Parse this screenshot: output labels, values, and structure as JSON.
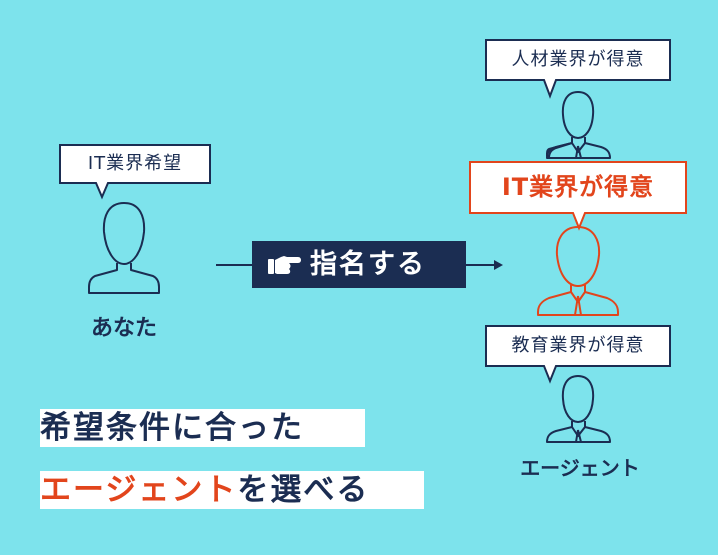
{
  "user": {
    "request": "IT業界希望",
    "label": "あなた"
  },
  "action": {
    "label": "指名する",
    "icon": "pointing-hand-icon"
  },
  "agents": [
    {
      "speciality": "人材業界が得意"
    },
    {
      "speciality": "IT業界が得意",
      "highlighted": true
    },
    {
      "speciality": "教育業界が得意"
    }
  ],
  "agent_label": "エージェント",
  "tagline": {
    "line1": "希望条件に合った",
    "line2_accent": "エージェント",
    "line2_rest": "を選べる"
  },
  "colors": {
    "background": "#7de3ec",
    "navy": "#1b2d52",
    "accent": "#e2451c",
    "white": "#ffffff"
  }
}
